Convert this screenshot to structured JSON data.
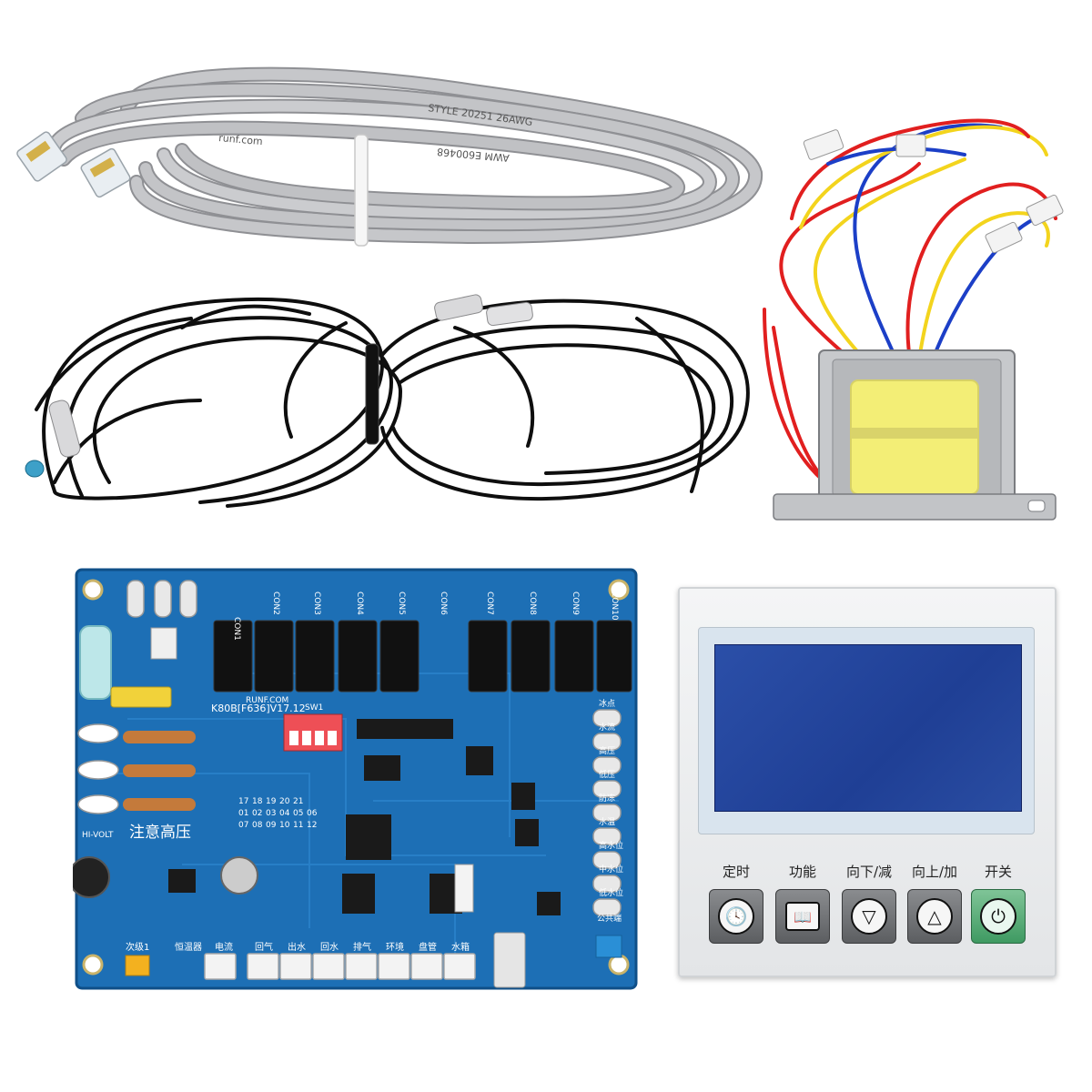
{
  "cables": {
    "gray_cable_print": [
      "STYLE 20251 26AWG",
      "runf.com",
      "AWM E600468"
    ]
  },
  "control_board": {
    "model_label": "K80B[F636]V17.12",
    "site_label": "RUNF.COM",
    "switch_label": "SW1",
    "warning_text": "注意高压",
    "hi_volt_label": "HI-VOLT",
    "connector_labels": [
      "CON1",
      "CON2",
      "CON3",
      "CON4",
      "CON5",
      "CON6",
      "CON7",
      "CON8",
      "CON9",
      "CON10"
    ],
    "side_labels": [
      "冰点",
      "水流",
      "高压",
      "低压",
      "防冻",
      "水温",
      "高水位",
      "中水位",
      "低水位",
      "公共端"
    ],
    "bottom_labels": [
      "次级1",
      "恒温器",
      "电流",
      "回气",
      "出水",
      "回水",
      "排气",
      "环境",
      "盘管",
      "水箱"
    ],
    "number_grid": [
      "17",
      "18",
      "19",
      "20",
      "21",
      "01",
      "02",
      "03",
      "04",
      "05",
      "06",
      "07",
      "08",
      "09",
      "10",
      "11",
      "12"
    ]
  },
  "controller": {
    "buttons": [
      {
        "label": "定时",
        "icon": "clock-icon"
      },
      {
        "label": "功能",
        "icon": "book-icon"
      },
      {
        "label": "向下/减",
        "icon": "triangle-down-icon"
      },
      {
        "label": "向上/加",
        "icon": "triangle-up-icon"
      },
      {
        "label": "开关",
        "icon": "power-icon"
      }
    ]
  },
  "colors": {
    "board_blue": "#1d6fb5",
    "lcd_blue": "#2547a0",
    "transformer_yellow": "#f2ef7a",
    "cable_gray": "#b8b9bc",
    "cable_black": "#111111"
  }
}
